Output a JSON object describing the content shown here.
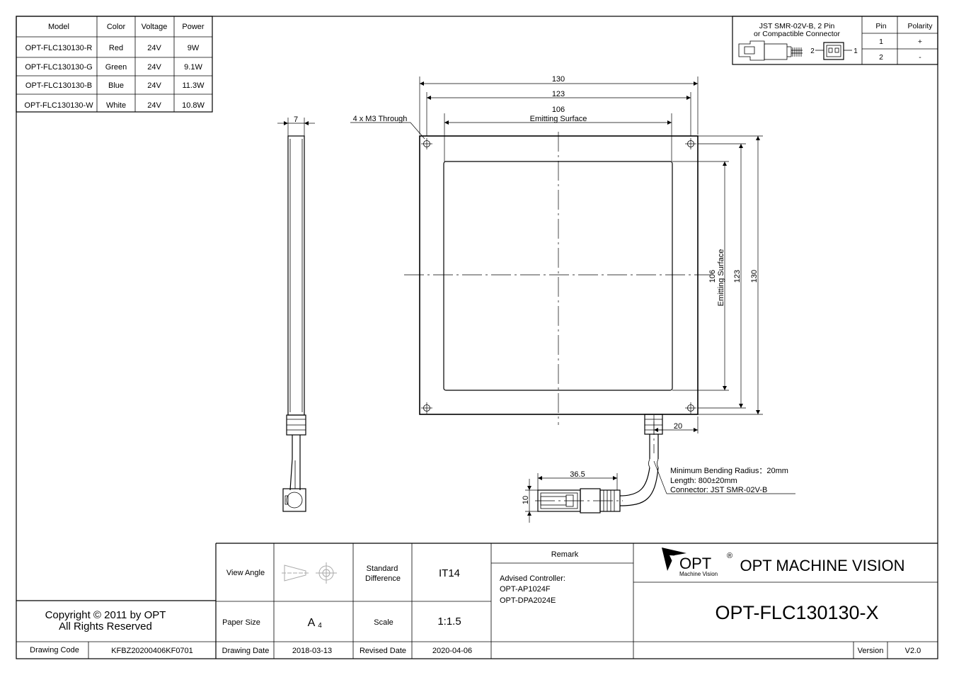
{
  "spec_table": {
    "headers": [
      "Model",
      "Color",
      "Voltage",
      "Power"
    ],
    "rows": [
      [
        "OPT-FLC130130-R",
        "Red",
        "24V",
        "9W"
      ],
      [
        "OPT-FLC130130-G",
        "Green",
        "24V",
        "9.1W"
      ],
      [
        "OPT-FLC130130-B",
        "Blue",
        "24V",
        "11.3W"
      ],
      [
        "OPT-FLC130130-W",
        "White",
        "24V",
        "10.8W"
      ]
    ]
  },
  "connector_table": {
    "connector_line1": "JST SMR-02V-B, 2 Pin",
    "connector_line2": "or Compactible Connector",
    "pin_header": "Pin",
    "polarity_header": "Polarity",
    "rows": [
      [
        "1",
        "+"
      ],
      [
        "2",
        "-"
      ]
    ],
    "pin_label_2": "2",
    "pin_label_1": "1"
  },
  "dimensions": {
    "side_thickness": "7",
    "width_outer": "130",
    "hole_spacing": "123",
    "emitting_width": "106",
    "emitting_label": "Emitting Surface",
    "hole_note": "4 x M3 Through",
    "height_outer": "130",
    "hole_spacing_v": "123",
    "emitting_height": "106",
    "emitting_label_v": "Emitting Surface",
    "cable_offset": "20",
    "connector_length": "36.5",
    "connector_height": "10"
  },
  "cable_notes": {
    "bend": "Minimum Bending Radius：20mm",
    "length": "Length: 800±20mm",
    "connector": "Connector: JST SMR-02V-B"
  },
  "title_block": {
    "copyright_line1": "Copyright © 2011 by OPT",
    "copyright_line2": "All Rights Reserved",
    "drawing_code_label": "Drawing Code",
    "drawing_code": "KFBZ20200406KF0701",
    "view_angle_label": "View Angle",
    "standard_label_1": "Standard",
    "standard_label_2": "Difference",
    "standard_value": "IT14",
    "remark_label": "Remark",
    "remark_line1": "Advised Controller:",
    "remark_line2": "OPT-AP1024F",
    "remark_line3": "OPT-DPA2024E",
    "paper_size_label": "Paper Size",
    "paper_size_main": "A",
    "paper_size_sub": "4",
    "scale_label": "Scale",
    "scale_value": "1:1.5",
    "drawing_date_label": "Drawing Date",
    "drawing_date": "2018-03-13",
    "revised_date_label": "Revised Date",
    "revised_date": "2020-04-06",
    "logo_text": "OPT",
    "logo_reg": "®",
    "logo_sub": "Machine Vision",
    "company": "OPT MACHINE VISION",
    "part_number": "OPT-FLC130130-X",
    "version_label": "Version",
    "version": "V2.0"
  }
}
